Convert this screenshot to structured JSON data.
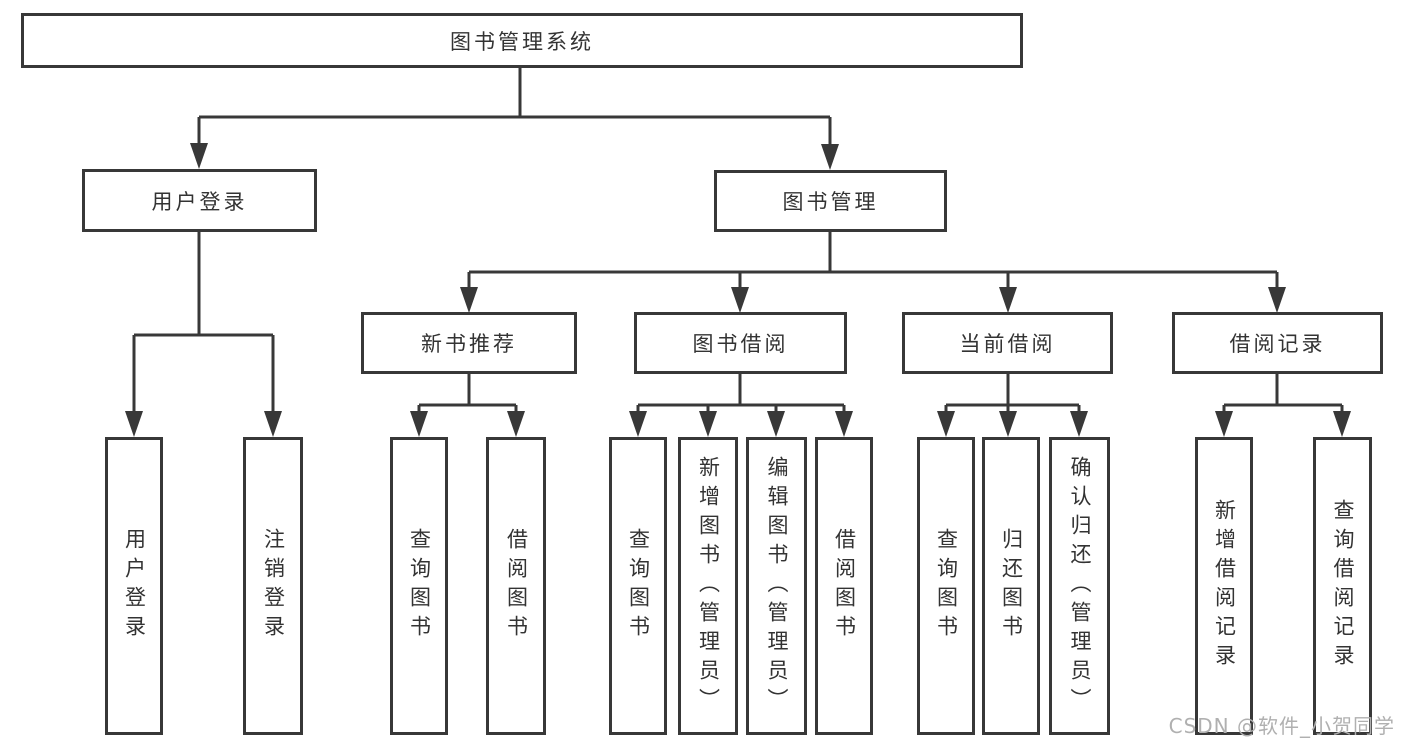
{
  "diagram": {
    "root": {
      "label": "图书管理系统"
    },
    "level1": [
      {
        "label": "用户登录"
      },
      {
        "label": "图书管理"
      }
    ],
    "level2": [
      {
        "label": "新书推荐"
      },
      {
        "label": "图书借阅"
      },
      {
        "label": "当前借阅"
      },
      {
        "label": "借阅记录"
      }
    ],
    "level3": {
      "user_login": [
        "用户登录",
        "注销登录"
      ],
      "new_book_recommend": [
        "查询图书",
        "借阅图书"
      ],
      "book_borrowing": [
        "查询图书",
        "新增图书（管理员）",
        "编辑图书（管理员）",
        "借阅图书"
      ],
      "current_borrowing": [
        "查询图书",
        "归还图书",
        "确认归还（管理员）"
      ],
      "borrowing_records": [
        "新增借阅记录",
        "查询借阅记录"
      ]
    }
  },
  "watermark": {
    "text": "CSDN @软件_小贺同学"
  },
  "colors": {
    "line": "#383838",
    "text": "#333333",
    "watermark_text": "#b0b0b0",
    "background": "#ffffff"
  }
}
